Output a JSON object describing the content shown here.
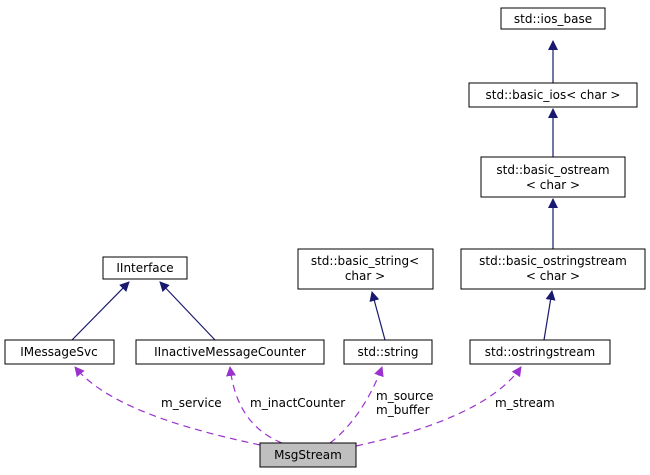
{
  "colors": {
    "inheritance": "#191970",
    "association": "#9a32cd",
    "focus_fill": "#bfbfbf"
  },
  "nodes": {
    "ios_base": "std::ios_base",
    "basic_ios": "std::basic_ios< char >",
    "basic_ostream_1": "std::basic_ostream",
    "basic_ostream_2": "< char >",
    "basic_ostringstream_1": "std::basic_ostringstream",
    "basic_ostringstream_2": "< char >",
    "basic_string_1": "std::basic_string<",
    "basic_string_2": "char >",
    "iinterface": "IInterface",
    "imessagesvc": "IMessageSvc",
    "iinactive": "IInactiveMessageCounter",
    "string": "std::string",
    "ostringstream": "std::ostringstream",
    "msgstream": "MsgStream"
  },
  "edge_labels": {
    "service": "m_service",
    "inact": "m_inactCounter",
    "source": "m_source",
    "buffer": "m_buffer",
    "stream": "m_stream"
  }
}
